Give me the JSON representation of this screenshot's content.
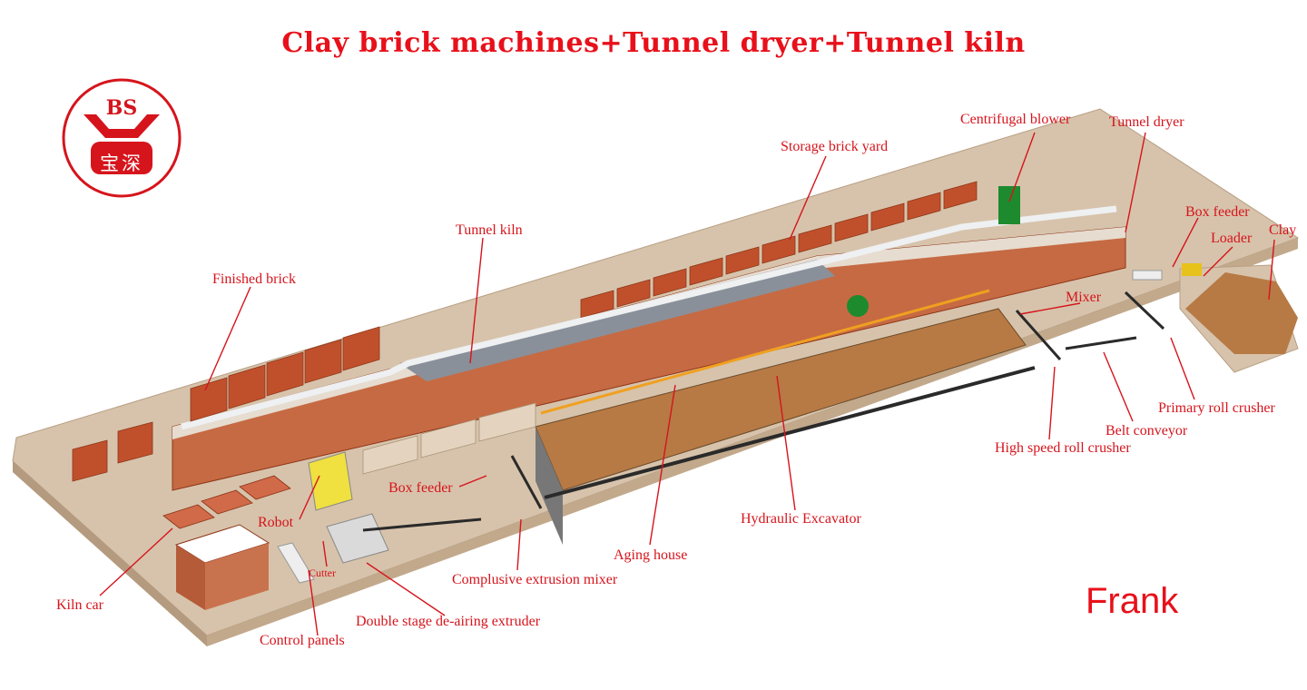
{
  "title": "Clay brick machines+Tunnel dryer+Tunnel kiln",
  "logo": {
    "emblem_text": "BS",
    "chinese_text": "宝深"
  },
  "signature": "Frank",
  "labels": {
    "centrifugal_blower": "Centrifugal blower",
    "tunnel_dryer": "Tunnel dryer",
    "storage_brick_yard": "Storage brick yard",
    "box_feeder_top": "Box feeder",
    "clay": "Clay",
    "loader": "Loader",
    "tunnel_kiln": "Tunnel kiln",
    "finished_brick": "Finished brick",
    "mixer": "Mixer",
    "primary_roll_crusher": "Primary roll crusher",
    "belt_conveyor": "Belt conveyor",
    "high_speed_roll_crusher": "High speed roll crusher",
    "box_feeder_bottom": "Box feeder",
    "robot": "Robot",
    "hydraulic_excavator": "Hydraulic Excavator",
    "aging_house": "Aging house",
    "cutter": "Cutter",
    "complusive_extrusion_mixer": "Complusive extrusion mixer",
    "kiln_car": "Kiln car",
    "double_stage_extruder": "Double stage  de-airing extruder",
    "control_panels": "Control panels"
  },
  "colors": {
    "label_red": "#d6141c",
    "title_red": "#e8101a",
    "floor": "#d7c3ab",
    "brick": "#c0502c",
    "clay": "#b77a45"
  }
}
